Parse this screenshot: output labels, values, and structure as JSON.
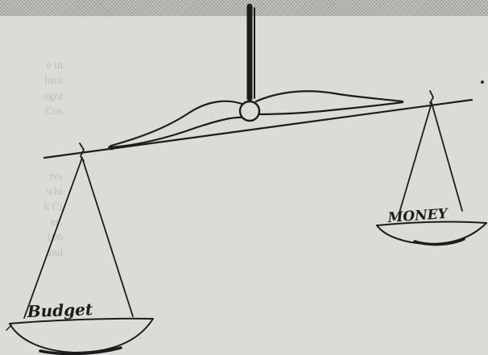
{
  "illustration": {
    "left_pan_label": "Budget",
    "right_pan_label": "MONEY"
  },
  "faded_background_text": {
    "left_column_top": "e in\nhroi\nogra\nCos",
    "left_column_bottom": "res\nwhi\nk Ci\nes.\n106\nand"
  },
  "colors": {
    "paper": "#dcdbd7",
    "ink": "#1c1c1c"
  }
}
